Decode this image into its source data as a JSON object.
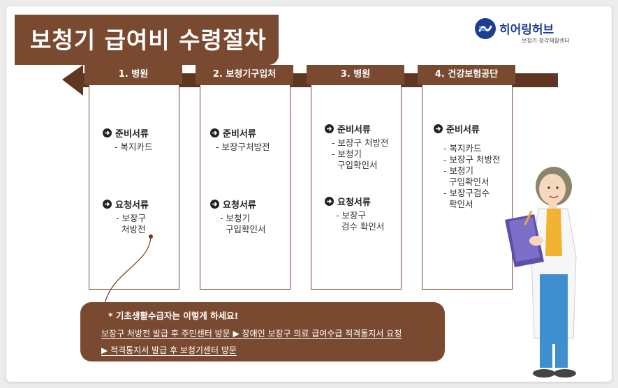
{
  "title": "보청기 급여비 수령절차",
  "logo": {
    "name": "히어링허브",
    "subtitle": "보청기·청각재활센터"
  },
  "steps": [
    {
      "label": "1. 병원",
      "sections": [
        {
          "heading": "준비서류",
          "items": [
            "- 복지카드"
          ]
        },
        {
          "heading": "요청서류",
          "items": [
            "- 보장구\n  처방전"
          ]
        }
      ]
    },
    {
      "label": "2. 보청기구입처",
      "sections": [
        {
          "heading": "준비서류",
          "items": [
            "- 보장구처방전"
          ]
        },
        {
          "heading": "요청서류",
          "items": [
            "- 보청기\n  구입확인서"
          ]
        }
      ]
    },
    {
      "label": "3. 병원",
      "sections": [
        {
          "heading": "준비서류",
          "items": [
            "- 보장구 처방전",
            "- 보청기\n  구입확인서"
          ]
        },
        {
          "heading": "요청서류",
          "items": [
            "- 보장구\n  검수 확인서"
          ]
        }
      ]
    },
    {
      "label": "4. 건강보험공단",
      "sections": [
        {
          "heading": "준비서류",
          "items": [
            "- 복지카드",
            "- 보장구 처방전",
            "- 보청기\n  구입확인서",
            "- 보장구검수\n  확인서"
          ]
        }
      ]
    }
  ],
  "note": {
    "title": "* 기초생활수급자는 이렇게 하세요!",
    "line1": "보장구 처방전 발급 후 주민센터 방문 ▶ 장애인 보장구 의료 급여수급 적격통지서 요청",
    "line2": "▶ 적격통지서 발급 후 보청기센터 방문"
  },
  "colors": {
    "brown": "#7a4a30",
    "brown_dark": "#5e3622",
    "logo_blue": "#1e3d8f"
  }
}
